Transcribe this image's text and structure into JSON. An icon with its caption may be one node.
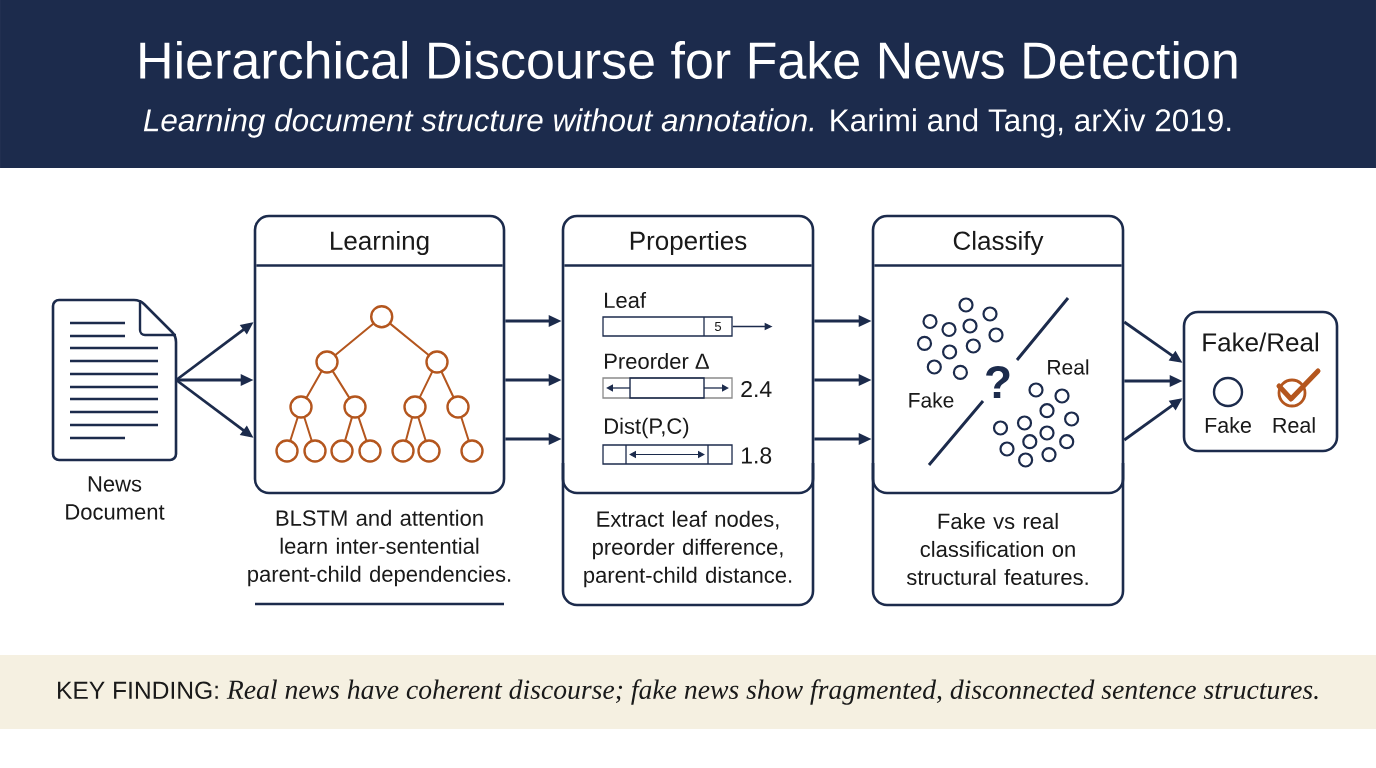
{
  "diagram": {
    "title": "Hierarchical Discourse for Fake News Detection",
    "caption": "KEY FINDING: *Real news have coherent discourse; fake news show fragmented, disconnected sentence structures.*",
    "nodes": [
      {
        "text": [
          "News Document"
        ]
      },
      {
        "text": [
          "Learning"
        ],
        "beside": [
          "BLSTM and attention learn inter-sentential parent-child dependencies."
        ]
      },
      {
        "text": [
          "Properties",
          "Extract leaf nodes, preorder difference, parent-child distance."
        ]
      },
      {
        "text": [
          "5"
        ],
        "in": 2,
        "beside": [
          "Leaf"
        ]
      },
      {
        "text": [],
        "shape": "bar",
        "in": 2,
        "beside": [
          "Preorder Δ",
          "2.4"
        ]
      },
      {
        "text": [],
        "shape": "bar",
        "in": 2,
        "beside": [
          "Dist(P,C)",
          "1.8"
        ]
      },
      {
        "text": [
          "Classify",
          "Fake vs real classification on structural features."
        ]
      },
      {
        "text": [
          "Fake/Real"
        ]
      }
    ],
    "edges": [
      {
        "from": 0,
        "to": 1,
        "arrow": "to"
      },
      {
        "from": 0,
        "to": 1,
        "arrow": "to"
      },
      {
        "from": 0,
        "to": 1,
        "arrow": "to"
      },
      {
        "from": 1,
        "to": 2,
        "arrow": "to"
      },
      {
        "from": 1,
        "to": 2,
        "arrow": "to"
      },
      {
        "from": 1,
        "to": 2,
        "arrow": "to"
      },
      {
        "from": 2,
        "to": 6,
        "arrow": "to"
      },
      {
        "from": 2,
        "to": 6,
        "arrow": "to"
      },
      {
        "from": 2,
        "to": 6,
        "arrow": "to"
      },
      {
        "from": 6,
        "to": 7,
        "arrow": "to"
      },
      {
        "from": 6,
        "to": 7,
        "arrow": "to"
      },
      {
        "from": 6,
        "to": 7,
        "arrow": "to"
      },
      {
        "from": 3,
        "to": null,
        "arrow": "to"
      }
    ],
    "labels": [
      "*Learning document structure without annotation.* Karimi and Tang, arXiv 2019.",
      "Real",
      "?",
      "Fake",
      "Fake",
      "Real"
    ]
  }
}
